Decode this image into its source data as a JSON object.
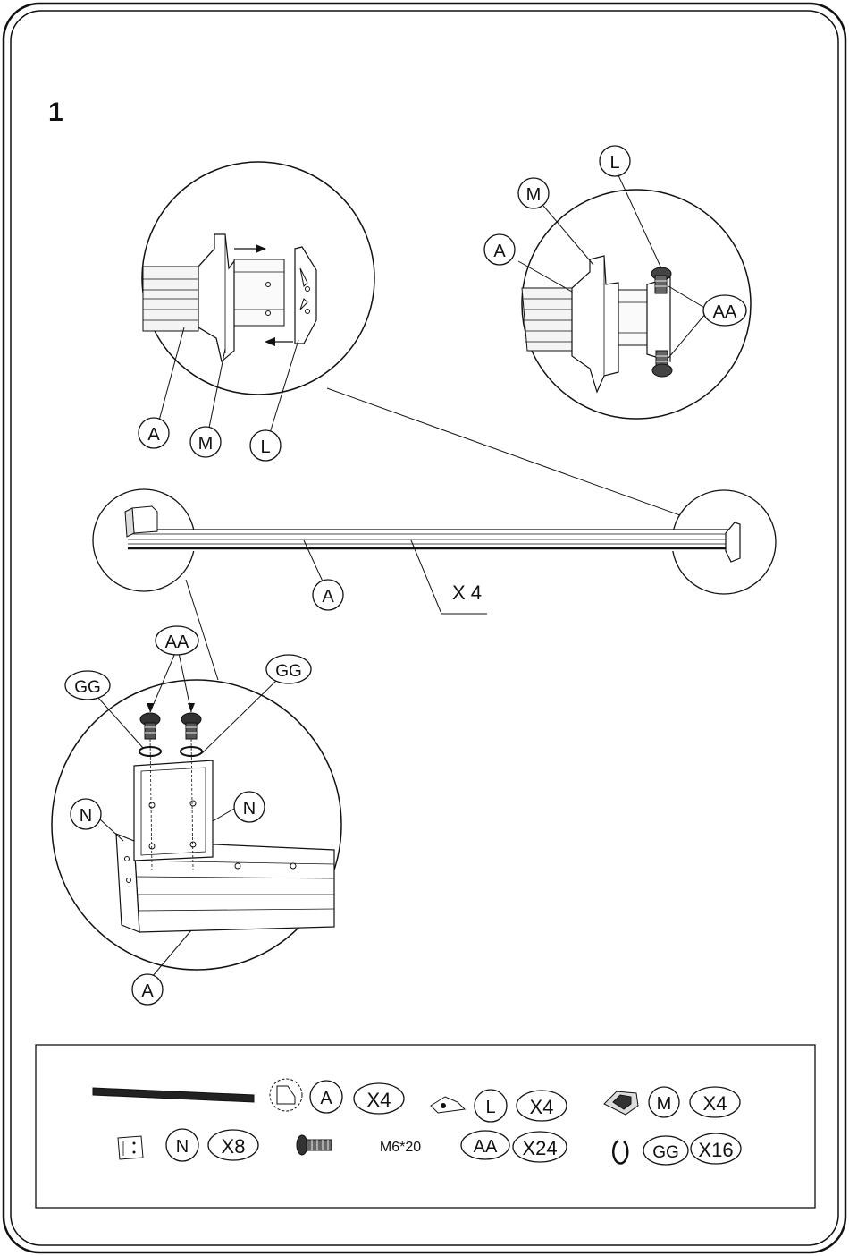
{
  "step_number": "1",
  "callouts": {
    "detail_left": {
      "a": "A",
      "m": "M",
      "l": "L"
    },
    "detail_right": {
      "a": "A",
      "m": "M",
      "l": "L",
      "aa": "AA"
    },
    "main_rail": {
      "a": "A",
      "qty": "X 4"
    },
    "detail_bottom": {
      "aa": "AA",
      "gg_left": "GG",
      "gg_right": "GG",
      "n_left": "N",
      "n_right": "N",
      "a": "A"
    }
  },
  "parts_list": [
    {
      "letter": "A",
      "qty": "X4",
      "icon": "rail-bar-icon"
    },
    {
      "letter": "L",
      "qty": "X4",
      "icon": "l-bracket-icon"
    },
    {
      "letter": "M",
      "qty": "X4",
      "icon": "m-end-cap-icon"
    },
    {
      "letter": "N",
      "qty": "X8",
      "icon": "n-plate-icon"
    },
    {
      "letter": "AA",
      "qty": "X24",
      "spec": "M6*20",
      "icon": "bolt-icon"
    },
    {
      "letter": "GG",
      "qty": "X16",
      "icon": "split-washer-icon"
    }
  ]
}
